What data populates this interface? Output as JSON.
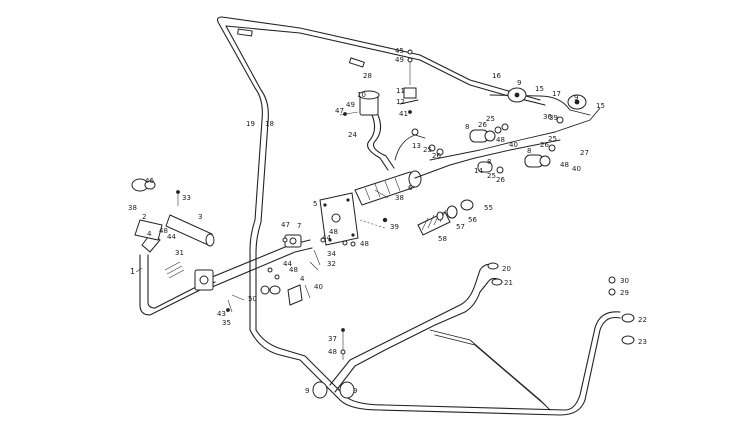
{
  "diagram": {
    "labels": {
      "l1": "1",
      "l2": "2",
      "l3": "3",
      "l4": "4",
      "l4b": "4",
      "l5": "5",
      "l6": "6",
      "l7": "7",
      "l8a": "8",
      "l8b": "8",
      "l8c": "8",
      "l9a": "9",
      "l9b": "9",
      "l9c": "9",
      "l9d": "9",
      "l10": "10",
      "l11": "11",
      "l12": "12",
      "l13": "13",
      "l14": "14",
      "l15a": "15",
      "l15b": "15",
      "l16": "16",
      "l17": "17",
      "l18": "18",
      "l19": "19",
      "l20": "20",
      "l21": "21",
      "l22": "22",
      "l23": "23",
      "l24": "24",
      "l25a": "25",
      "l25b": "25",
      "l25c": "25",
      "l25d": "25",
      "l26a": "26",
      "l26b": "26",
      "l26c": "26",
      "l26d": "26",
      "l27": "27",
      "l28": "28",
      "l29": "29",
      "l30": "30",
      "l31": "31",
      "l32": "32",
      "l33": "33",
      "l34": "34",
      "l35": "35",
      "l36": "36",
      "l37": "37",
      "l38a": "38",
      "l38b": "38",
      "l39": "39",
      "l39b": "39",
      "l40a": "40",
      "l40b": "40",
      "l40c": "40",
      "l41": "41",
      "l43": "43",
      "l44a": "44",
      "l44b": "44",
      "l44c": "44",
      "l45": "45",
      "l46": "46",
      "l47a": "47",
      "l47b": "47",
      "l48a": "48",
      "l48b": "48",
      "l48c": "48",
      "l48d": "48",
      "l48e": "48",
      "l48f": "48",
      "l48g": "48",
      "l49a": "49",
      "l49b": "49",
      "l50": "50",
      "l55": "55",
      "l56": "56",
      "l57": "57",
      "l58": "58"
    }
  }
}
